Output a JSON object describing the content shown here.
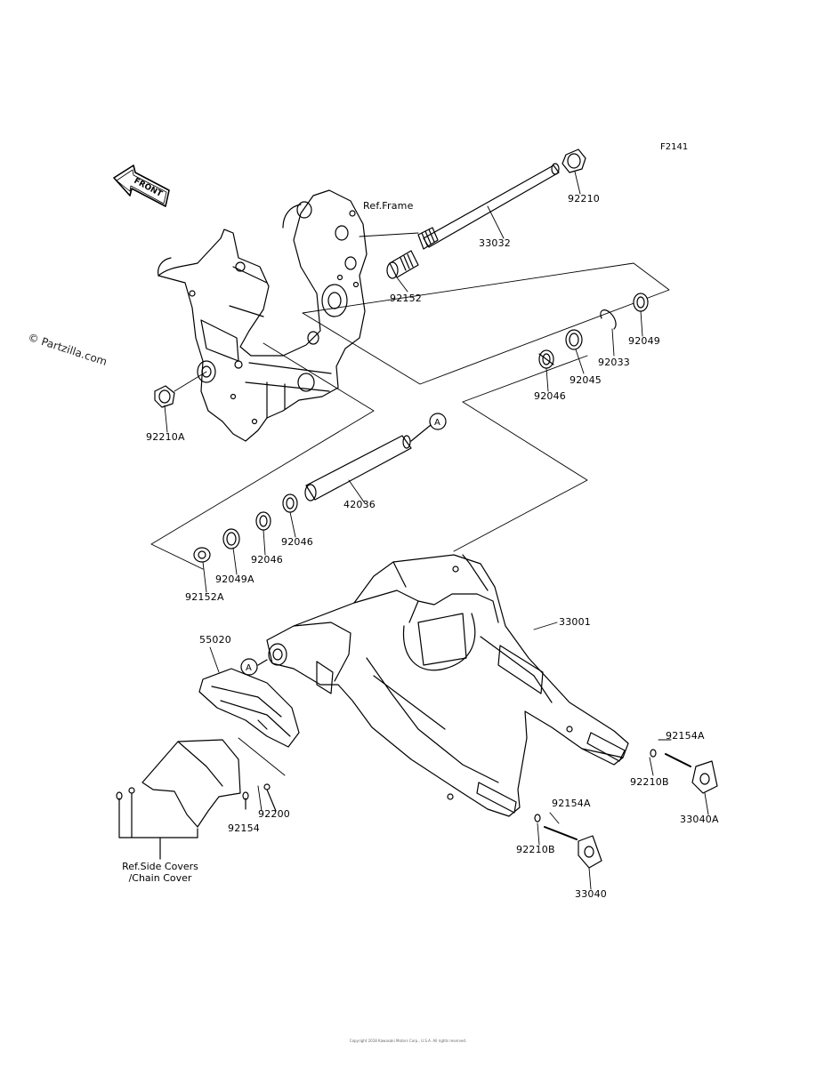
{
  "diagram": {
    "code": "F2141",
    "watermark": "© Partzilla.com",
    "front_label": "FRONT",
    "circle_ref": "A",
    "copyright": "Copyright 2018 Kawasaki Motors Corp., U.S.A. All rights reserved.",
    "labels": {
      "ref_frame": "Ref.Frame",
      "p92210": "92210",
      "p33032": "33032",
      "p92152": "92152",
      "p92049": "92049",
      "p92033": "92033",
      "p92045": "92045",
      "p92046_r": "92046",
      "p92210A": "92210A",
      "p42036": "42036",
      "p92046_a": "92046",
      "p92046_b": "92046",
      "p92049A": "92049A",
      "p92152A": "92152A",
      "p33001": "33001",
      "p55020": "55020",
      "p92154A_r": "92154A",
      "p92210B_r": "92210B",
      "p33040A": "33040A",
      "p92154A_b": "92154A",
      "p92210B_b": "92210B",
      "p33040": "33040",
      "p92200": "92200",
      "p92154": "92154",
      "ref_side_1": "Ref.Side Covers",
      "ref_side_2": "/Chain Cover"
    }
  }
}
